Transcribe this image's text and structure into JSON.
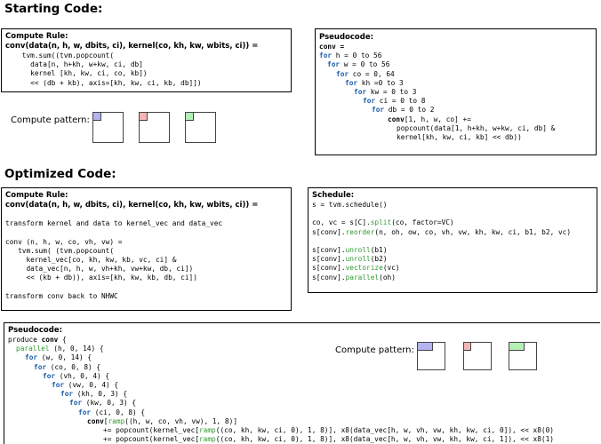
{
  "starting": {
    "heading": "Starting Code:",
    "compute_rule_title": "Compute Rule:",
    "compute_rule_sig": "conv(data(n, h, w, dbits, ci), kernel(co, kh, kw, wbits, ci)) =",
    "compute_rule_lines": [
      "    tvm.sum((tvm.popcount(",
      "      data[n, h+kh, w+kw, ci, db]",
      "      kernel [kh, kw, ci, co, kb])",
      "      << (db + kb), axis=[kh, kw, ci, kb, db]])"
    ],
    "compute_pattern_label": "Compute pattern:",
    "pattern_colors": [
      "#b3b3f0",
      "#f5b5b5",
      "#b5efb5"
    ],
    "pseudocode_title": "Pseudocode:",
    "pseudo": {
      "l0": "conv =",
      "l1_kw": "for",
      "l1_rest": " h = 0 to 56",
      "l2_kw": "for",
      "l2_rest": " w = 0 to 56",
      "l3_kw": "for",
      "l3_rest": " co = 0, 64",
      "l4_kw": "for",
      "l4_rest": " kh =0 to 3",
      "l5_kw": "for",
      "l5_rest": " kw = 0 to 3",
      "l6_kw": "for",
      "l6_rest": " ci = 0 to 8",
      "l7_kw": "for",
      "l7_rest": " db = 0 to 2",
      "l8_bold": "conv",
      "l8_rest": "[1, h, w, co] +=",
      "l9": "popcount(data[1, h+kh, w+kw, ci, db] &",
      "l10": "kernel[kh, kw, ci, kb] << db))"
    }
  },
  "optimized": {
    "heading": "Optimized Code:",
    "compute_rule_title": "Compute  Rule:",
    "compute_rule_sig": "conv(data(n, h, w, dbits, ci), kernel(co, kh, kw, wbits, ci)) =",
    "compute_rule_lines": [
      "",
      "transform kernel and data to kernel_vec and data_vec",
      "",
      "conv (n, h, w, co, vh, vw) =",
      "   tvm.sum( (tvm.popcount(",
      "     kernel_vec[co, kh, kw, kb, vc, ci] &",
      "     data_vec[n, h, w, vh+kh, vw+kw, db, ci])",
      "     << (kb + db)), axis=[kh, kw, kb, db, ci])",
      "",
      "transform conv back to NHWC"
    ],
    "schedule_title": "Schedule:",
    "sched": {
      "l0": "s = tvm.schedule()",
      "l2_pre": "co, vc = s[C].",
      "l2_fn": "split",
      "l2_post": "(co, factor=VC)",
      "l3_pre": "s[conv].",
      "l3_fn": "reorder",
      "l3_post": "(n, oh, ow, co, vh, vw, kh, kw, ci, b1, b2, vc)",
      "l5_pre": "s[conv].",
      "l5_fn": "unroll",
      "l5_post": "(b1)",
      "l6_pre": "s[conv].",
      "l6_fn": "unroll",
      "l6_post": "(b2)",
      "l7_pre": "s[conv].",
      "l7_fn": "vectorize",
      "l7_post": "(vc)",
      "l8_pre": "s[conv].",
      "l8_fn": "parallel",
      "l8_post": "(oh)"
    },
    "pseudocode_title": "Pseudocode:",
    "pseudo": {
      "l0_pre": "produce ",
      "l0_bold": "conv",
      "l0_post": " {",
      "l1_kw": "parallel",
      "l1_rest": " (h, 0, 14) {",
      "l2_kw": "for",
      "l2_rest": " (w, 0, 14) {",
      "l3_kw": "for",
      "l3_rest": " (co, 0, 8) {",
      "l4_kw": "for",
      "l4_rest": " (vh, 0, 4) {",
      "l5_kw": "for",
      "l5_rest": " (vw, 0, 4) {",
      "l6_kw": "for",
      "l6_rest": " (kh, 0, 3) {",
      "l7_kw": "for",
      "l7_rest": " (kw, 0, 3) {",
      "l8_kw": "for",
      "l8_rest": " (ci, 0, 8) {",
      "l9_bold": "conv",
      "l9_pre": "[",
      "l9_fn": "ramp",
      "l9_post": "((h, w, co, vh, vw), 1, 8)]",
      "l10_pre": "+= popcount(kernel_vec[",
      "l10_fn": "ramp",
      "l10_mid": "((co, kh, kw, ci, 0), 1, 8)], x8(data_vec[h, w, vh, vw, kh, kw, ci, 0]), << x8(0)",
      "l11_pre": "+= popcount(kernel_vec[",
      "l11_fn": "ramp",
      "l11_mid": "((co, kh, kw, ci, 0), 1, 8)], x8(data_vec[h, w, vh, vw, kh, kw, ci, 1]), << x8(1)"
    },
    "compute_pattern_label": "Compute pattern:",
    "pattern_colors": [
      "#b3b3f0",
      "#f5b5b5",
      "#b5efb5"
    ]
  }
}
